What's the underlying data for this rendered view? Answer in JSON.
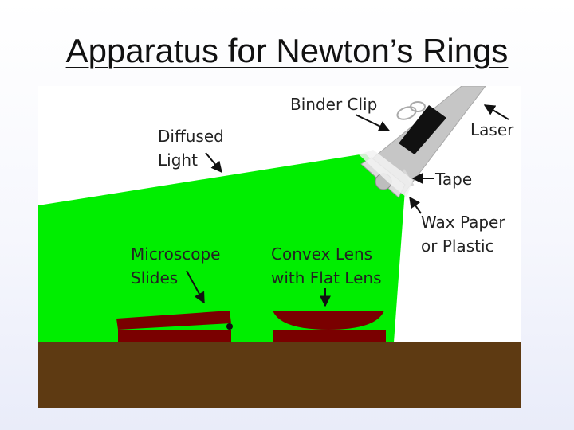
{
  "slide": {
    "title": "Apparatus for Newton’s Rings"
  },
  "diagram": {
    "colors": {
      "light": "#00ee00",
      "table": "#5e3a12",
      "glass": "#7a0000",
      "laser_body": "#c8c8c8",
      "clip": "#111111"
    },
    "labels": {
      "binder_clip": "Binder Clip",
      "laser": "Laser",
      "diffused_light_line1": "Diffused",
      "diffused_light_line2": "Light",
      "tape": "Tape",
      "wax_paper_line1": "Wax Paper",
      "wax_paper_line2": "or Plastic",
      "microscope_line1": "Microscope",
      "microscope_line2": "Slides",
      "convex_line1": "Convex Lens",
      "convex_line2": "with Flat Lens"
    }
  }
}
